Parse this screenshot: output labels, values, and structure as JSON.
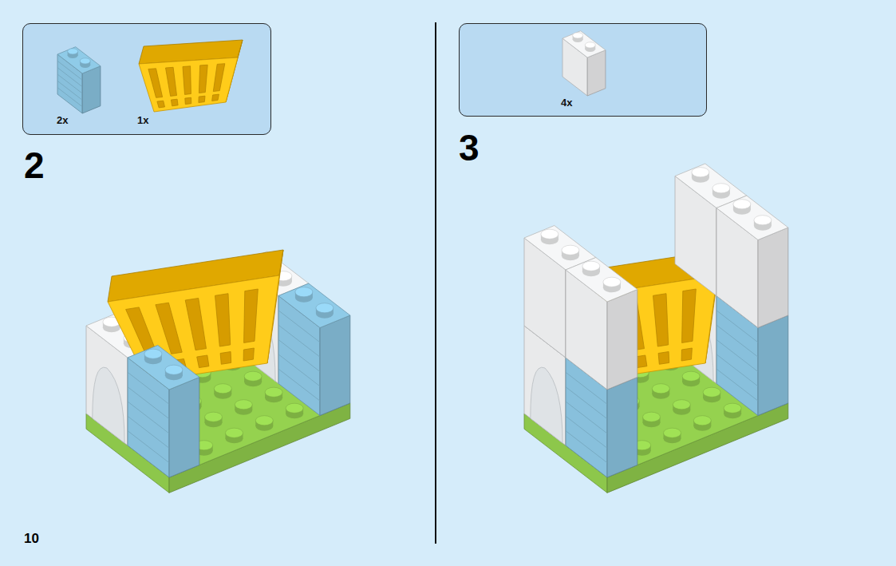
{
  "diagram": {
    "nodes": [
      {
        "text": [
          "2x",
          "1x"
        ]
      },
      {
        "text": [
          "4x"
        ]
      }
    ],
    "labels": [
      "2",
      "3",
      "10"
    ]
  }
}
